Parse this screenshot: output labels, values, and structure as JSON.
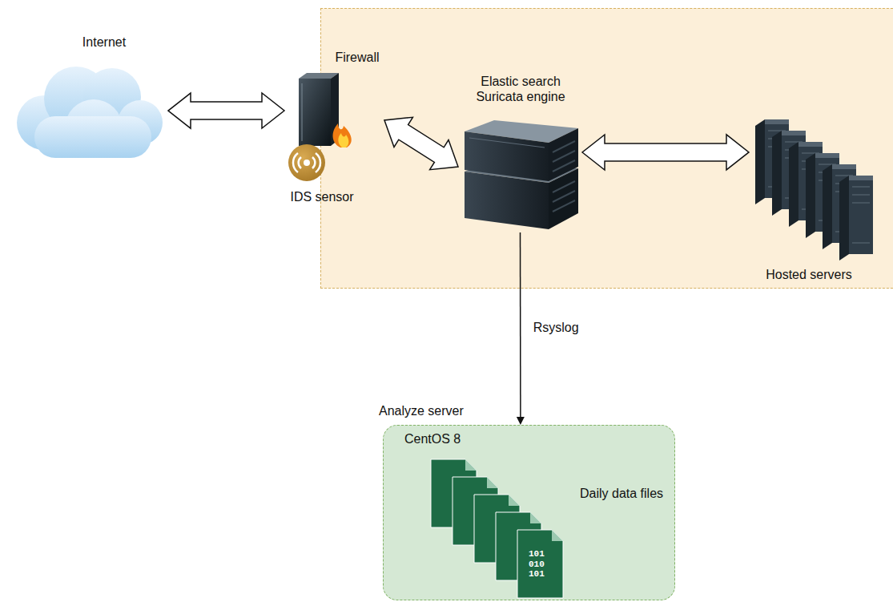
{
  "diagram": {
    "nodes": [
      {
        "text": [
          "Internet"
        ]
      },
      {
        "text": [
          "Firewall",
          "IDS sensor"
        ]
      },
      {
        "text": [
          "Elastic search Suricata engine"
        ]
      },
      {
        "text": [
          "Hosted servers"
        ]
      },
      {
        "text": [
          "Analyze server",
          "CentOS 8"
        ]
      },
      {
        "text": [
          "Daily data files"
        ],
        "in": 4
      }
    ],
    "edges": [
      {
        "from": 0,
        "to": 1,
        "arrow": "both"
      },
      {
        "from": 1,
        "to": 2,
        "arrow": "both"
      },
      {
        "from": 2,
        "to": 3,
        "arrow": "both"
      },
      {
        "from": 2,
        "to": 4,
        "label": "Rsyslog",
        "arrow": "to"
      }
    ],
    "labels": [
      "101 010 101"
    ]
  }
}
